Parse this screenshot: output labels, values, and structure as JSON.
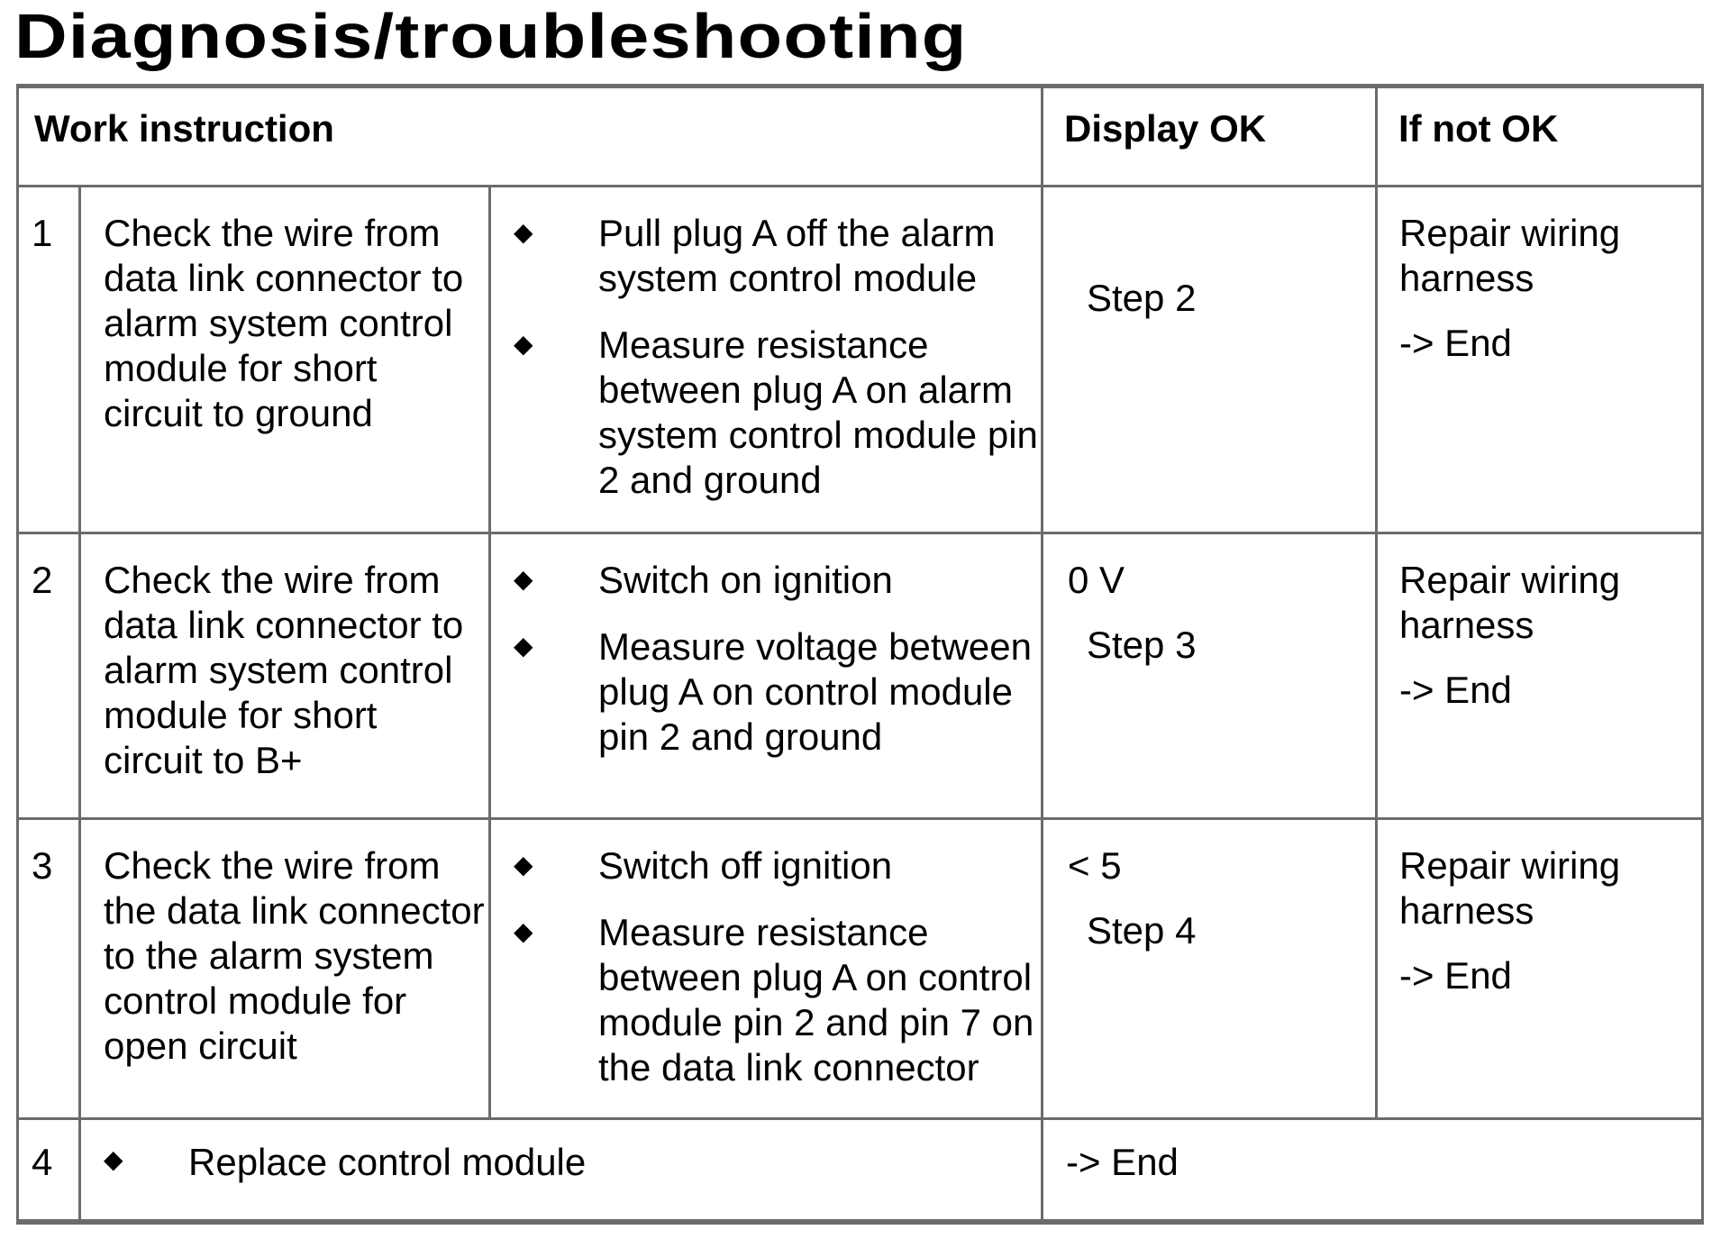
{
  "title": "Diagnosis/troubleshooting",
  "table": {
    "bullet_icon": "◆",
    "headers": {
      "work_instruction": "Work instruction",
      "display_ok": "Display OK",
      "if_not_ok": "If not OK"
    },
    "rows": [
      {
        "num": "1",
        "check": "Check the wire from data link connector to alarm system control module for short circuit to ground",
        "actions": [
          "Pull plug A off the alarm system control module",
          "Measure resistance between plug A on alarm system control module pin 2 and ground"
        ],
        "display_ok": {
          "value": "",
          "step": "Step 2"
        },
        "if_not_ok": {
          "action": "Repair wiring harness",
          "result": "-> End"
        }
      },
      {
        "num": "2",
        "check": "Check the wire from data link connector to alarm system control module for short circuit to B+",
        "actions": [
          "Switch on ignition",
          "Measure voltage between plug A on control module pin 2 and ground"
        ],
        "display_ok": {
          "value": "0 V",
          "step": "Step 3"
        },
        "if_not_ok": {
          "action": "Repair wiring harness",
          "result": "-> End"
        }
      },
      {
        "num": "3",
        "check": "Check the wire from the data link connector to the alarm system control module for open circuit",
        "actions": [
          "Switch off ignition",
          "Measure resistance between plug A on control module pin 2 and pin 7 on the data link connector"
        ],
        "display_ok": {
          "value": "< 5",
          "step": "Step 4"
        },
        "if_not_ok": {
          "action": "Repair wiring harness",
          "result": "-> End"
        }
      },
      {
        "num": "4",
        "action": "Replace control module",
        "result": "-> End"
      }
    ]
  }
}
